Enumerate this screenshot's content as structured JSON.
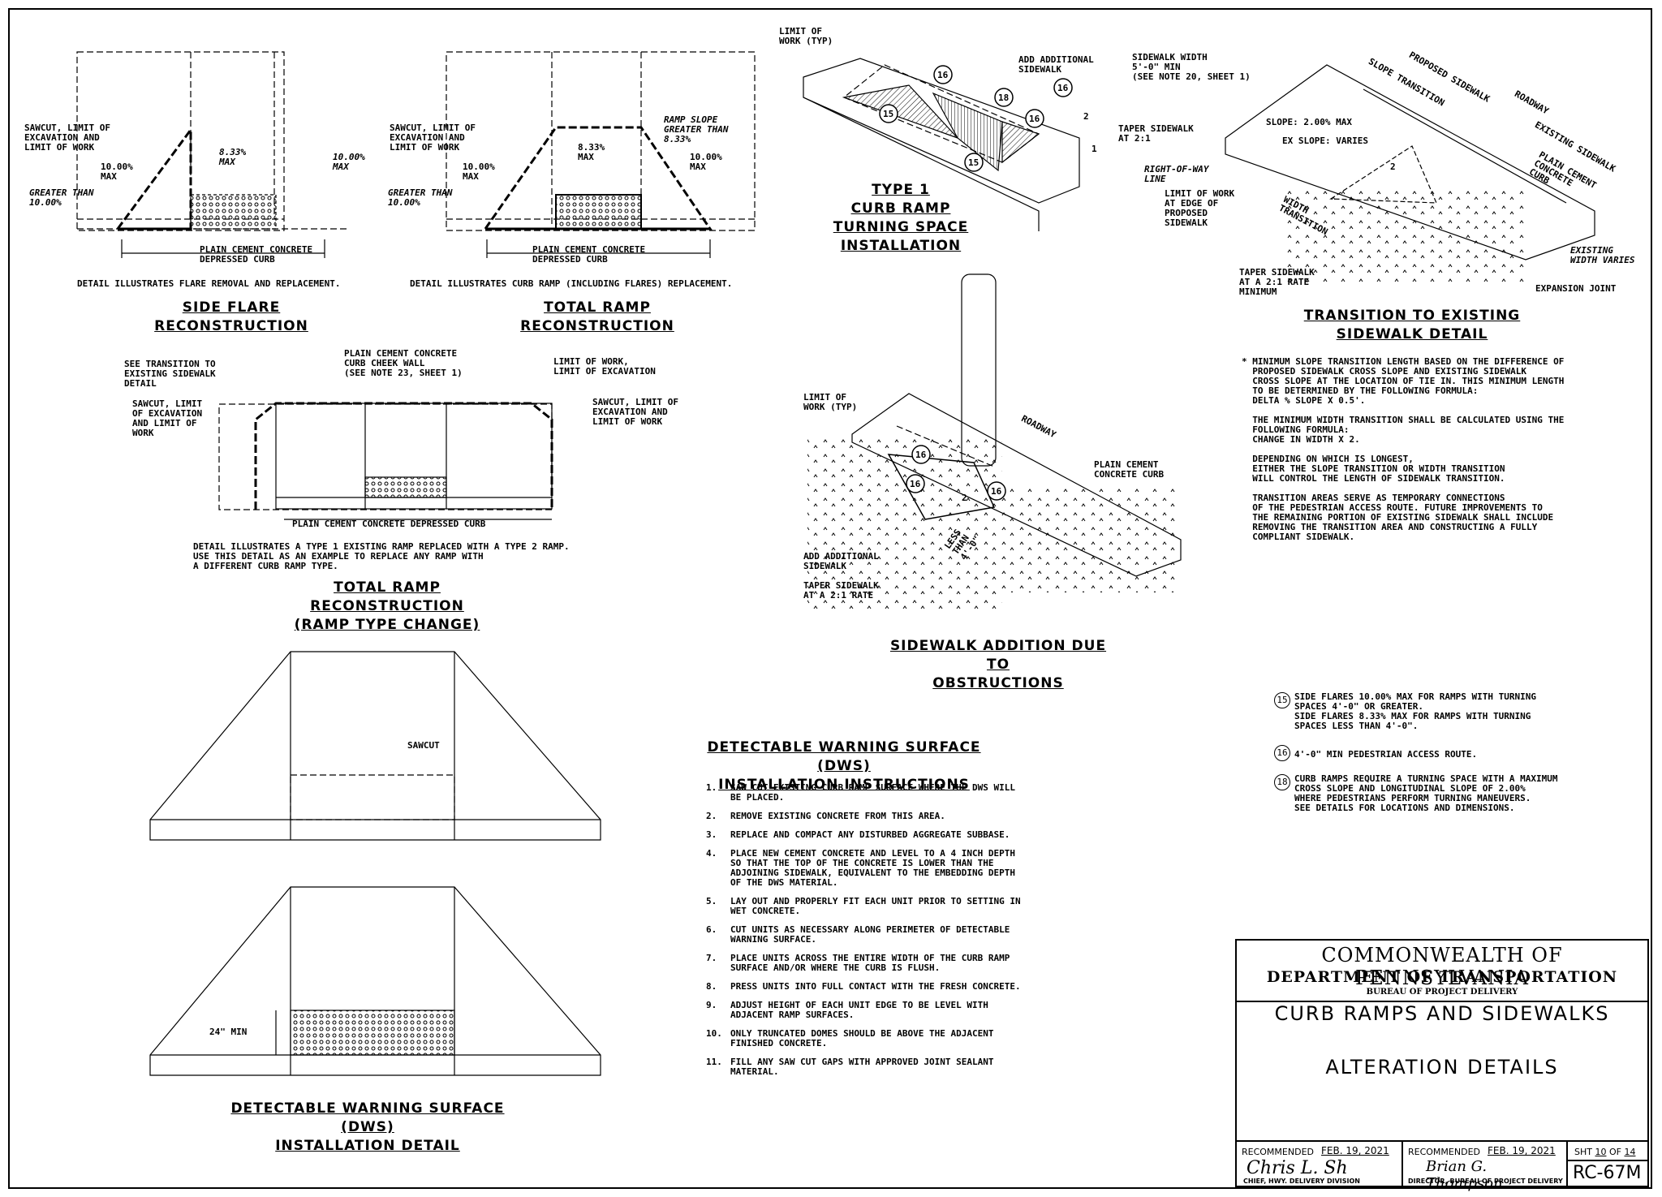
{
  "titles": {
    "side_flare": "SIDE FLARE\nRECONSTRUCTION",
    "total_ramp": "TOTAL RAMP\nRECONSTRUCTION",
    "total_ramp_change": "TOTAL RAMP\nRECONSTRUCTION\n(RAMP TYPE CHANGE)",
    "type1": "TYPE 1\nCURB RAMP\nTURNING SPACE\nINSTALLATION",
    "sidewalk_addition": "SIDEWALK ADDITION DUE TO\nOBSTRUCTIONS",
    "transition": "TRANSITION TO EXISTING\nSIDEWALK DETAIL",
    "dws_instructions": "DETECTABLE WARNING SURFACE (DWS)\nINSTALLATION INSTRUCTIONS",
    "dws_detail": "DETECTABLE WARNING SURFACE (DWS)\nINSTALLATION DETAIL"
  },
  "labels": {
    "sawcut_limit": "SAWCUT, LIMIT OF\nEXCAVATION AND\nLIMIT OF WORK",
    "ten_max": "10.00%\nMAX",
    "greater_than": "GREATER THAN\n10.00%",
    "eight_max": "8.33%\nMAX",
    "ten_max_r": "10.00%\nMAX",
    "depressed_curb": "PLAIN CEMENT CONCRETE\nDEPRESSED CURB",
    "flare_note": "DETAIL ILLUSTRATES FLARE REMOVAL AND REPLACEMENT.",
    "ramp_slope": "RAMP SLOPE\nGREATER THAN\n8.33%",
    "ramp_note": "DETAIL ILLUSTRATES CURB RAMP (INCLUDING FLARES) REPLACEMENT.",
    "see_transition": "SEE TRANSITION TO\nEXISTING SIDEWALK\nDETAIL",
    "cheek_wall": "PLAIN CEMENT CONCRETE\nCURB CHEEK WALL\n(SEE NOTE 23, SHEET 1)",
    "limit_work_exc": "LIMIT OF WORK,\nLIMIT OF EXCAVATION",
    "sawcut_left": "SAWCUT, LIMIT\nOF EXCAVATION\nAND LIMIT OF\nWORK",
    "sawcut_right": "SAWCUT, LIMIT OF\nEXCAVATION AND\nLIMIT OF WORK",
    "depressed_curb_one": "PLAIN CEMENT CONCRETE DEPRESSED CURB",
    "change_note": "DETAIL ILLUSTRATES A TYPE 1 EXISTING RAMP REPLACED WITH A TYPE 2 RAMP.\nUSE THIS DETAIL AS AN EXAMPLE TO REPLACE ANY RAMP WITH\nA DIFFERENT CURB RAMP TYPE.",
    "limit_work_typ": "LIMIT OF\nWORK (TYP)",
    "add_sidewalk": "ADD ADDITIONAL\nSIDEWALK",
    "taper_21": "TAPER SIDEWALK\nAT 2:1",
    "roadway": "ROADWAY",
    "plain_curb": "PLAIN CEMENT\nCONCRETE CURB",
    "add_sidewalk2": "ADD ADDITIONAL\nSIDEWALK",
    "taper_rate": "TAPER SIDEWALK\nAT A 2:1 RATE",
    "less_than": "LESS\nTHAN\n4'-0\"",
    "sw_width": "SIDEWALK WIDTH\n5'-0\" MIN\n(SEE NOTE 20, SHEET 1)",
    "proposed_sw": "PROPOSED SIDEWALK",
    "slope_transition": "SLOPE TRANSITION",
    "existing_sw": "EXISTING SIDEWALK",
    "slope_max": "SLOPE: 2.00% MAX",
    "ex_slope": "EX SLOPE: VARIES",
    "row_line": "RIGHT-OF-WAY\nLINE",
    "limit_edge": "LIMIT OF WORK\nAT EDGE OF\nPROPOSED\nSIDEWALK",
    "plain_curb_r": "PLAIN CEMENT\nCONCRETE\nCURB",
    "width_transition": "WIDTH\nTRANSITION",
    "existing_width": "EXISTING\nWIDTH VARIES",
    "taper_min": "TAPER SIDEWALK\nAT A 2:1 RATE\nMINIMUM",
    "expansion": "EXPANSION JOINT",
    "sawcut": "SAWCUT",
    "min24": "24\" MIN",
    "two": "2",
    "one": "1"
  },
  "transition_notes": [
    "* MINIMUM SLOPE TRANSITION LENGTH BASED ON THE DIFFERENCE OF\n  PROPOSED SIDEWALK CROSS SLOPE AND EXISTING SIDEWALK\n  CROSS SLOPE AT THE LOCATION OF TIE IN. THIS MINIMUM LENGTH\n  TO BE DETERMINED BY THE FOLLOWING FORMULA:\n  DELTA % SLOPE X 0.5'.",
    "  THE MINIMUM WIDTH TRANSITION SHALL BE CALCULATED USING THE\n  FOLLOWING FORMULA:\n  CHANGE IN WIDTH X 2.",
    "  DEPENDING ON WHICH IS LONGEST,\n  EITHER THE SLOPE TRANSITION OR WIDTH TRANSITION\n  WILL CONTROL THE LENGTH OF SIDEWALK TRANSITION.",
    "  TRANSITION AREAS SERVE AS TEMPORARY CONNECTIONS\n  OF THE PEDESTRIAN ACCESS ROUTE. FUTURE IMPROVEMENTS TO\n  THE REMAINING PORTION OF EXISTING SIDEWALK SHALL INCLUDE\n  REMOVING THE TRANSITION AREA AND CONSTRUCTING A FULLY\n  COMPLIANT SIDEWALK."
  ],
  "callouts": [
    {
      "num": "15",
      "text": "SIDE FLARES 10.00% MAX FOR RAMPS WITH TURNING\nSPACES 4'-0\" OR GREATER.\nSIDE FLARES 8.33% MAX FOR RAMPS WITH TURNING\nSPACES LESS THAN 4'-0\"."
    },
    {
      "num": "16",
      "text": "4'-0\" MIN PEDESTRIAN ACCESS ROUTE."
    },
    {
      "num": "18",
      "text": "CURB RAMPS REQUIRE A TURNING SPACE WITH A MAXIMUM\nCROSS SLOPE AND LONGITUDINAL SLOPE OF 2.00%\nWHERE PEDESTRIANS PERFORM TURNING MANEUVERS.\nSEE DETAILS FOR LOCATIONS AND DIMENSIONS."
    }
  ],
  "dws_steps": [
    "SAW CUT EXISTING CURB RAMP SURFACE WHERE THE DWS WILL BE PLACED.",
    "REMOVE EXISTING CONCRETE FROM THIS AREA.",
    "REPLACE AND COMPACT ANY DISTURBED AGGREGATE SUBBASE.",
    "PLACE NEW CEMENT CONCRETE AND LEVEL TO A 4 INCH DEPTH SO THAT THE TOP OF THE CONCRETE IS LOWER THAN THE ADJOINING SIDEWALK, EQUIVALENT TO THE EMBEDDING DEPTH OF THE DWS MATERIAL.",
    "LAY OUT AND PROPERLY FIT EACH UNIT PRIOR TO SETTING IN WET CONCRETE.",
    "CUT UNITS AS NECESSARY ALONG PERIMETER OF DETECTABLE WARNING SURFACE.",
    "PLACE UNITS ACROSS THE ENTIRE WIDTH OF THE CURB RAMP SURFACE AND/OR WHERE THE CURB IS FLUSH.",
    "PRESS UNITS INTO FULL CONTACT WITH THE FRESH CONCRETE.",
    "ADJUST HEIGHT OF EACH UNIT EDGE TO BE LEVEL WITH ADJACENT RAMP SURFACES.",
    "ONLY TRUNCATED DOMES SHOULD BE ABOVE THE ADJACENT FINISHED CONCRETE.",
    "FILL ANY SAW CUT GAPS WITH APPROVED JOINT SEALANT MATERIAL."
  ],
  "title_block": {
    "org": "COMMONWEALTH OF PENNSYLVANIA",
    "dept": "DEPARTMENT OF TRANSPORTATION",
    "bureau": "BUREAU OF PROJECT DELIVERY",
    "title1": "CURB RAMPS AND SIDEWALKS",
    "title2": "ALTERATION DETAILS",
    "recommended": "RECOMMENDED",
    "date1": "FEB. 19, 2021",
    "date2": "FEB. 19, 2021",
    "sig1": "Chris L. Sh",
    "sig2": "Brian G. Thompson",
    "role1": "CHIEF, HWY. DELIVERY DIVISION",
    "role2": "DIRECTOR, BUREAU OF PROJECT DELIVERY",
    "sht_label": "SHT",
    "sht_num": "10",
    "of_label": "OF",
    "sht_total": "14",
    "code": "RC-67M"
  }
}
